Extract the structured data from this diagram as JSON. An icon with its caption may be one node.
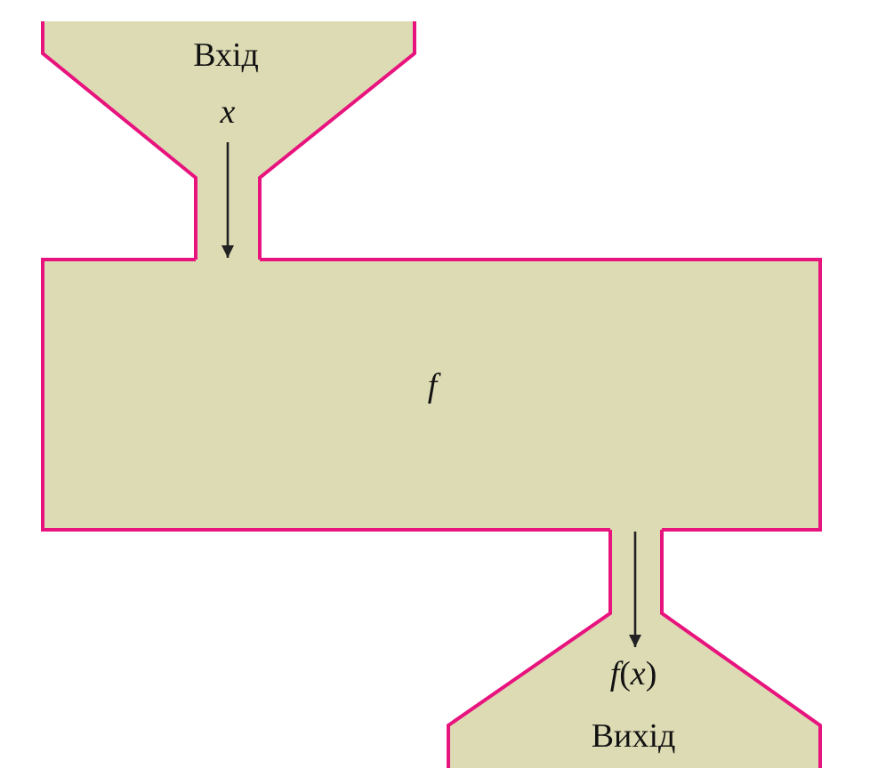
{
  "diagram": {
    "nodes": [
      {
        "text": [
          "Вхід",
          "x"
        ]
      },
      {
        "text": [
          "f"
        ]
      },
      {
        "text": [
          "*f*(*x*)",
          "Вихід"
        ]
      }
    ],
    "edges": [
      {
        "from": 0,
        "to": 1,
        "arrow": "to"
      },
      {
        "from": 1,
        "to": 2,
        "arrow": "to"
      }
    ]
  }
}
